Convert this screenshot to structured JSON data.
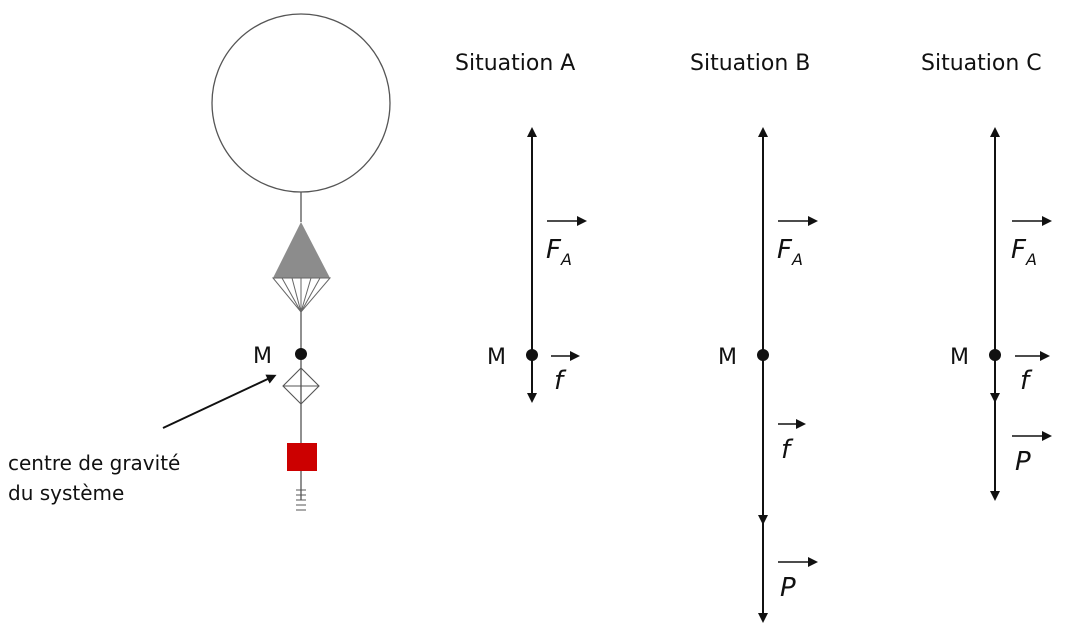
{
  "diagram": {
    "point_label": "M",
    "caption_lines": [
      "centre de gravité",
      "du système"
    ],
    "situations": [
      {
        "title": "Situation A",
        "vectors": [
          {
            "symbol": "F",
            "subscript": "A"
          },
          {
            "symbol": "f",
            "subscript": ""
          }
        ]
      },
      {
        "title": "Situation B",
        "vectors": [
          {
            "symbol": "F",
            "subscript": "A"
          },
          {
            "symbol": "f",
            "subscript": ""
          },
          {
            "symbol": "P",
            "subscript": ""
          }
        ]
      },
      {
        "title": "Situation C",
        "vectors": [
          {
            "symbol": "F",
            "subscript": "A"
          },
          {
            "symbol": "f",
            "subscript": ""
          },
          {
            "symbol": "P",
            "subscript": ""
          }
        ]
      }
    ],
    "colors": {
      "ink": "#111111",
      "balloon_stroke": "#555555",
      "parachute_fill": "#8c8c8c",
      "payload": "#cc0000"
    }
  }
}
